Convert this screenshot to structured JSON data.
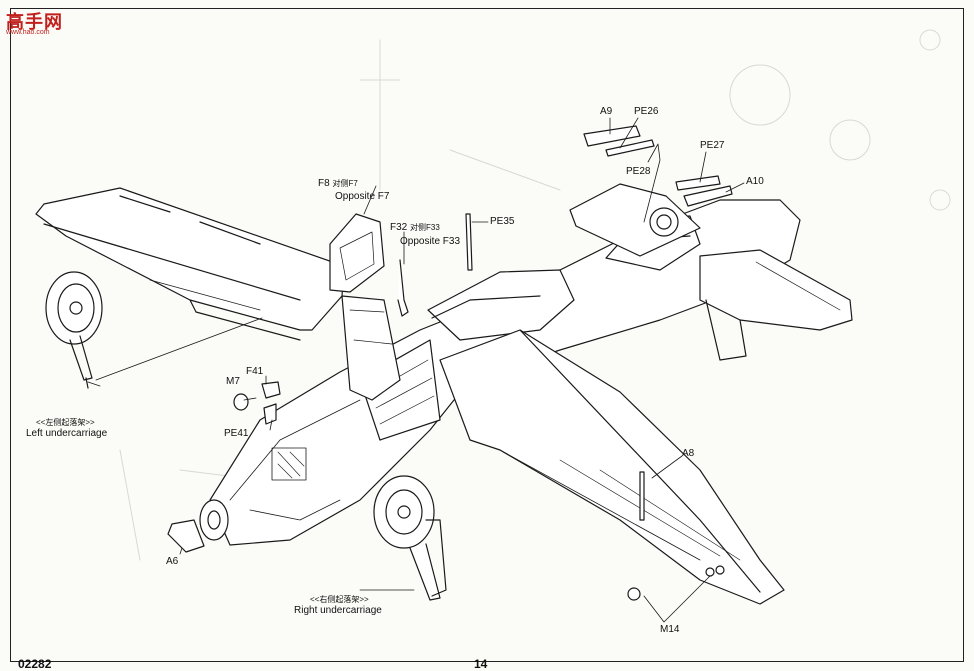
{
  "watermark": {
    "logo": "高手网",
    "url": "www.hao.com"
  },
  "callouts": {
    "a9": "A9",
    "pe26": "PE26",
    "pe27": "PE27",
    "pe28": "PE28",
    "a10": "A10",
    "f8": "F8",
    "f8_cn": "对侧F7",
    "f8_opp": "Opposite F7",
    "f32": "F32",
    "f32_cn": "对侧F33",
    "f32_opp": "Opposite F33",
    "pe35": "PE35",
    "f41": "F41",
    "m7": "M7",
    "pe41": "PE41",
    "a6": "A6",
    "a8": "A8",
    "m14": "M14"
  },
  "captions": {
    "left_cn": "<<左侧起落架>>",
    "left_en": "Left undercarriage",
    "right_cn": "<<右侧起落架>>",
    "right_en": "Right undercarriage"
  },
  "footer": {
    "code": "02282",
    "page": "14"
  }
}
